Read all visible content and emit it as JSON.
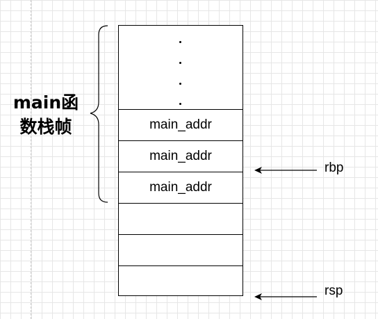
{
  "frame_label": "main函\n数栈帧",
  "frame_label_lines": [
    "main函",
    "数栈帧"
  ],
  "stack_cells": [
    {
      "text": "main_addr"
    },
    {
      "text": "main_addr"
    },
    {
      "text": "main_addr"
    },
    {
      "text": ""
    },
    {
      "text": ""
    },
    {
      "text": ""
    }
  ],
  "pointers": {
    "rbp": "rbp",
    "rsp": "rsp"
  },
  "colors": {
    "line": "#000000",
    "grid": "#e6e6e6"
  }
}
